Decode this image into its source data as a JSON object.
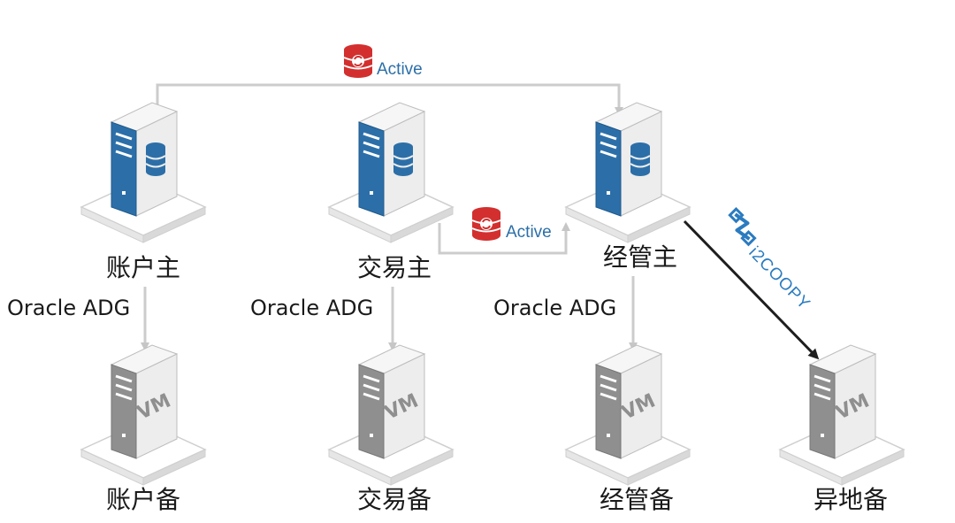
{
  "nodes": {
    "acct_primary": {
      "label": "账户主",
      "kind": "db-server"
    },
    "trade_primary": {
      "label": "交易主",
      "kind": "db-server"
    },
    "mgmt_primary": {
      "label": "经管主",
      "kind": "db-server"
    },
    "acct_standby": {
      "label": "账户备",
      "kind": "vm-server",
      "badge": "VM"
    },
    "trade_standby": {
      "label": "交易备",
      "kind": "vm-server",
      "badge": "VM"
    },
    "mgmt_standby": {
      "label": "经管备",
      "kind": "vm-server",
      "badge": "VM"
    },
    "remote_standby": {
      "label": "异地备",
      "kind": "vm-server",
      "badge": "VM"
    }
  },
  "edges": {
    "acct_to_mgmt": {
      "label": "Active",
      "icon": "database-sync-icon"
    },
    "trade_to_mgmt": {
      "label": "Active",
      "icon": "database-sync-icon"
    },
    "acct_adg": {
      "label": "Oracle ADG"
    },
    "trade_adg": {
      "label": "Oracle ADG"
    },
    "mgmt_adg": {
      "label": "Oracle ADG"
    },
    "mgmt_to_remote": {
      "label": "i2COOPY",
      "icon": "i2coopy-logo-icon"
    }
  },
  "colors": {
    "server_body": "#f1f1f1",
    "server_blue": "#2c6fa8",
    "server_gray": "#8a8a8a",
    "connector_gray": "#cccccc",
    "connector_dark": "#1e1e1e",
    "active_red": "#d32f2f",
    "text_blue": "#2b6fa8"
  }
}
